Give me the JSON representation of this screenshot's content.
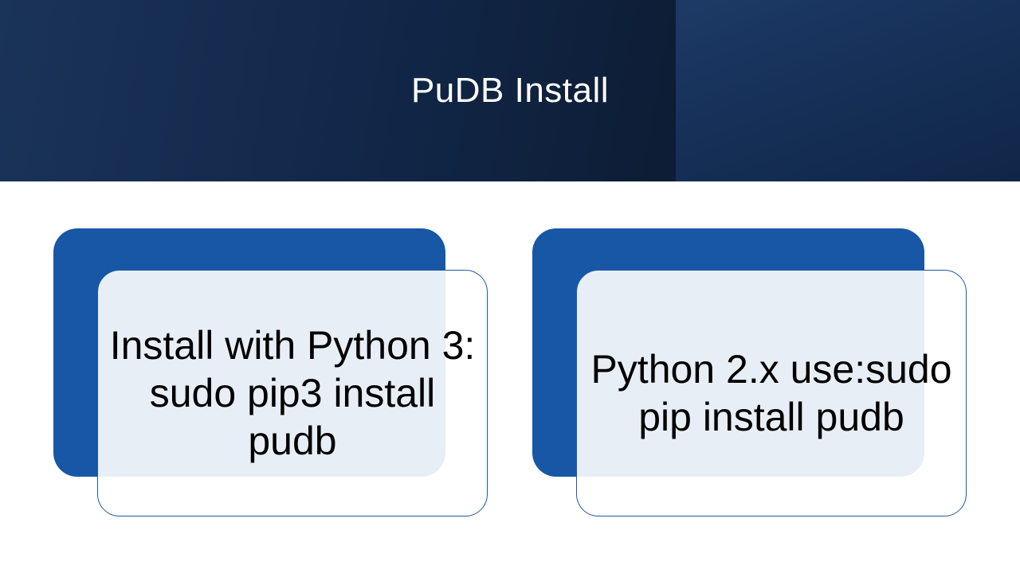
{
  "slide": {
    "title": "PuDB Install",
    "colors": {
      "header_dark": "#0d1d36",
      "header_mid": "#163058",
      "card_blue": "#1757a6",
      "card_border": "#1d5aa4",
      "text": "#000000",
      "title_text": "#ffffff"
    },
    "cards": [
      {
        "text": "Install with Python 3: sudo pip3 install pudb"
      },
      {
        "text": "Python 2.x use:sudo pip install pudb"
      }
    ]
  }
}
